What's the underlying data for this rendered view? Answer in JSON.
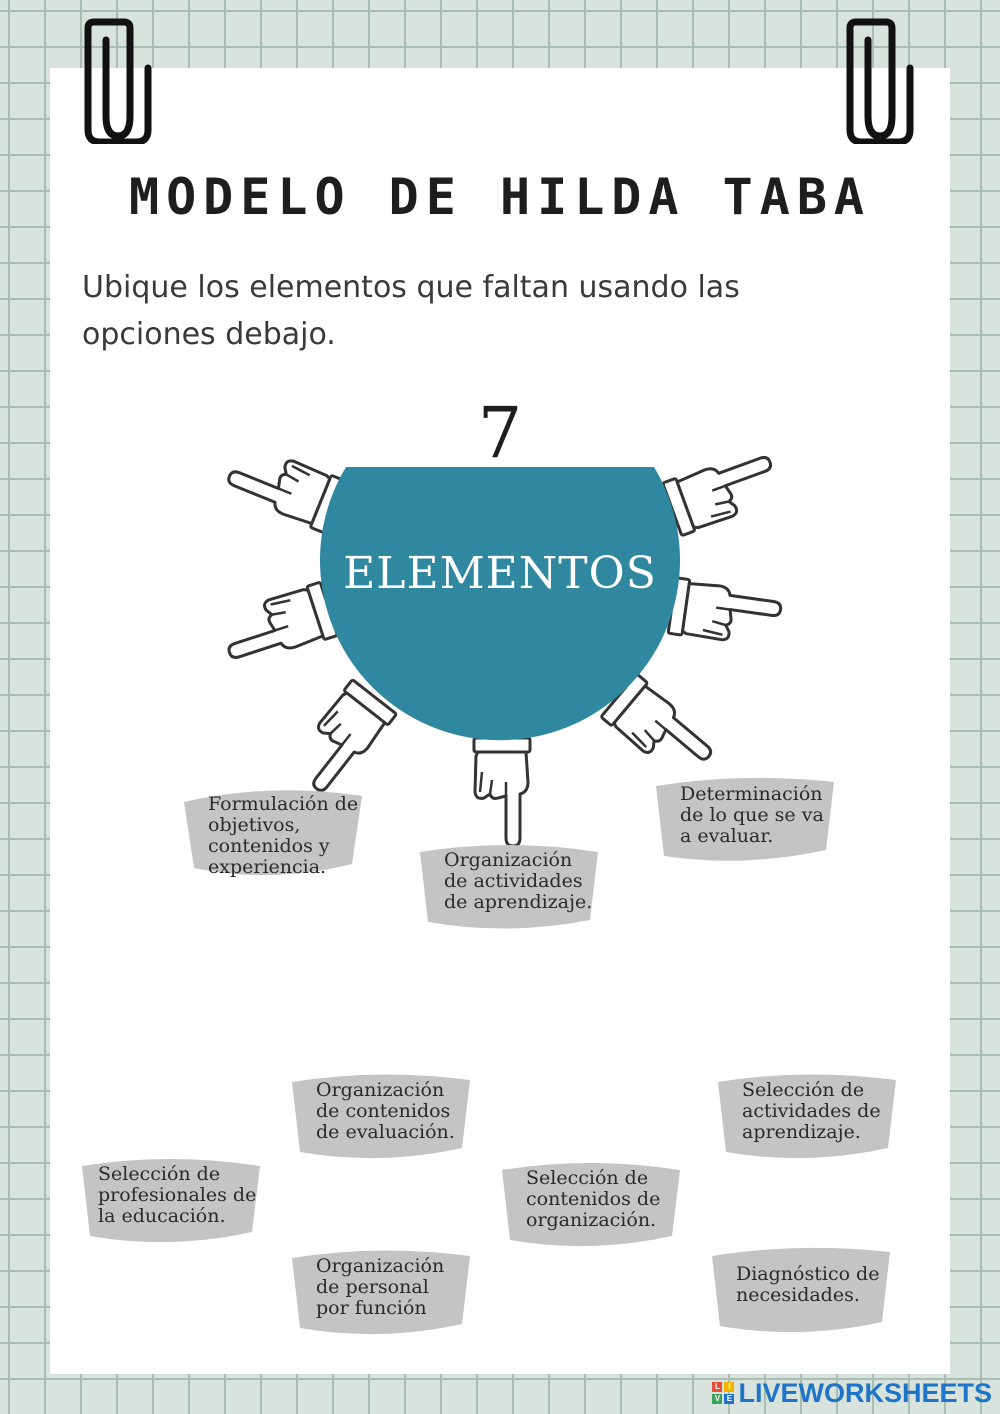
{
  "title": "MODELO DE HILDA TABA",
  "instruction": "Ubique los elementos que faltan usando las opciones debajo.",
  "diagram": {
    "number": "7",
    "center_label": "ELEMENTOS",
    "circle_color": "#2f87a0",
    "placed_cards": [
      {
        "text": "Formulación de\nobjetivos,\ncontenidos y\nexperiencia."
      },
      {
        "text": "Organización\nde actividades\nde aprendizaje."
      },
      {
        "text": "Determinación\nde lo que se va\na evaluar."
      }
    ]
  },
  "options": [
    {
      "text": "Organización\nde contenidos\nde evaluación."
    },
    {
      "text": "Selección de\nactividades de\naprendizaje."
    },
    {
      "text": "Selección de\nprofesionales de\nla educación."
    },
    {
      "text": "Selección de\ncontenidos de\norganización."
    },
    {
      "text": "Organización\nde personal\npor función"
    },
    {
      "text": "Diagnóstico de\nnecesidades."
    }
  ],
  "card_color": "#c4c4c4",
  "footer": {
    "logo_text": "LIVEWORKSHEETS",
    "logo_mark_letters": [
      "L",
      "I",
      "V",
      "E"
    ],
    "logo_color": "#1d74c8"
  }
}
